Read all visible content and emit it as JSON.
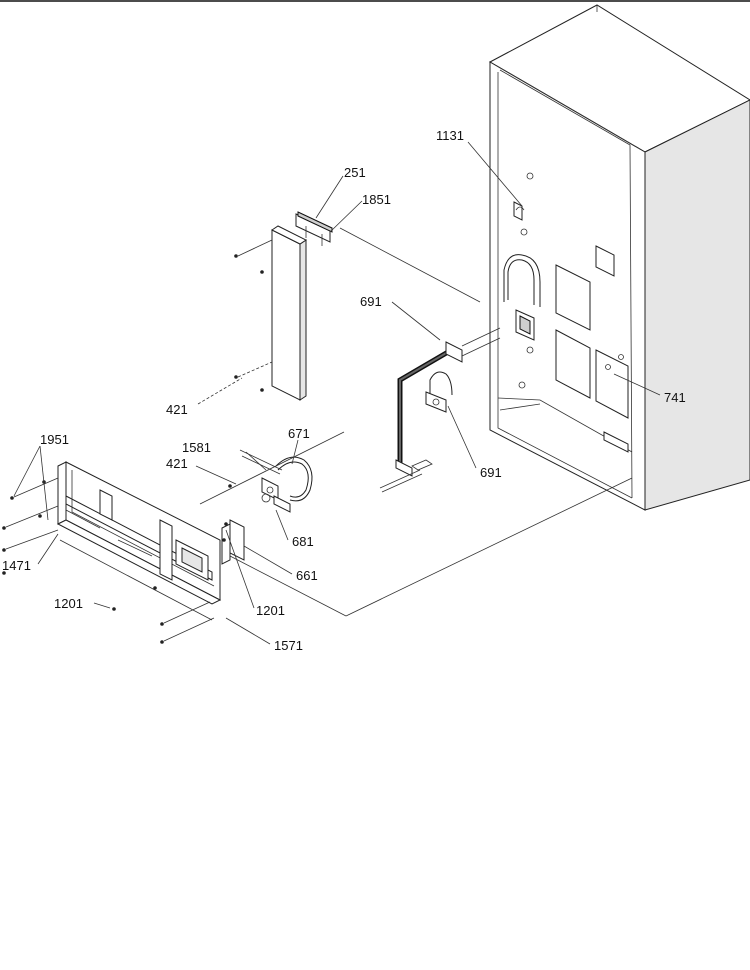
{
  "labels": {
    "l1131": "1131",
    "l251": "251",
    "l1851": "1851",
    "l691a": "691",
    "l691b": "691",
    "l741": "741",
    "l421a": "421",
    "l421b": "421",
    "l671": "671",
    "l1581": "1581",
    "l1951": "1951",
    "l681": "681",
    "l1471": "1471",
    "l661": "661",
    "l1201a": "1201",
    "l1201b": "1201",
    "l1571": "1571"
  }
}
